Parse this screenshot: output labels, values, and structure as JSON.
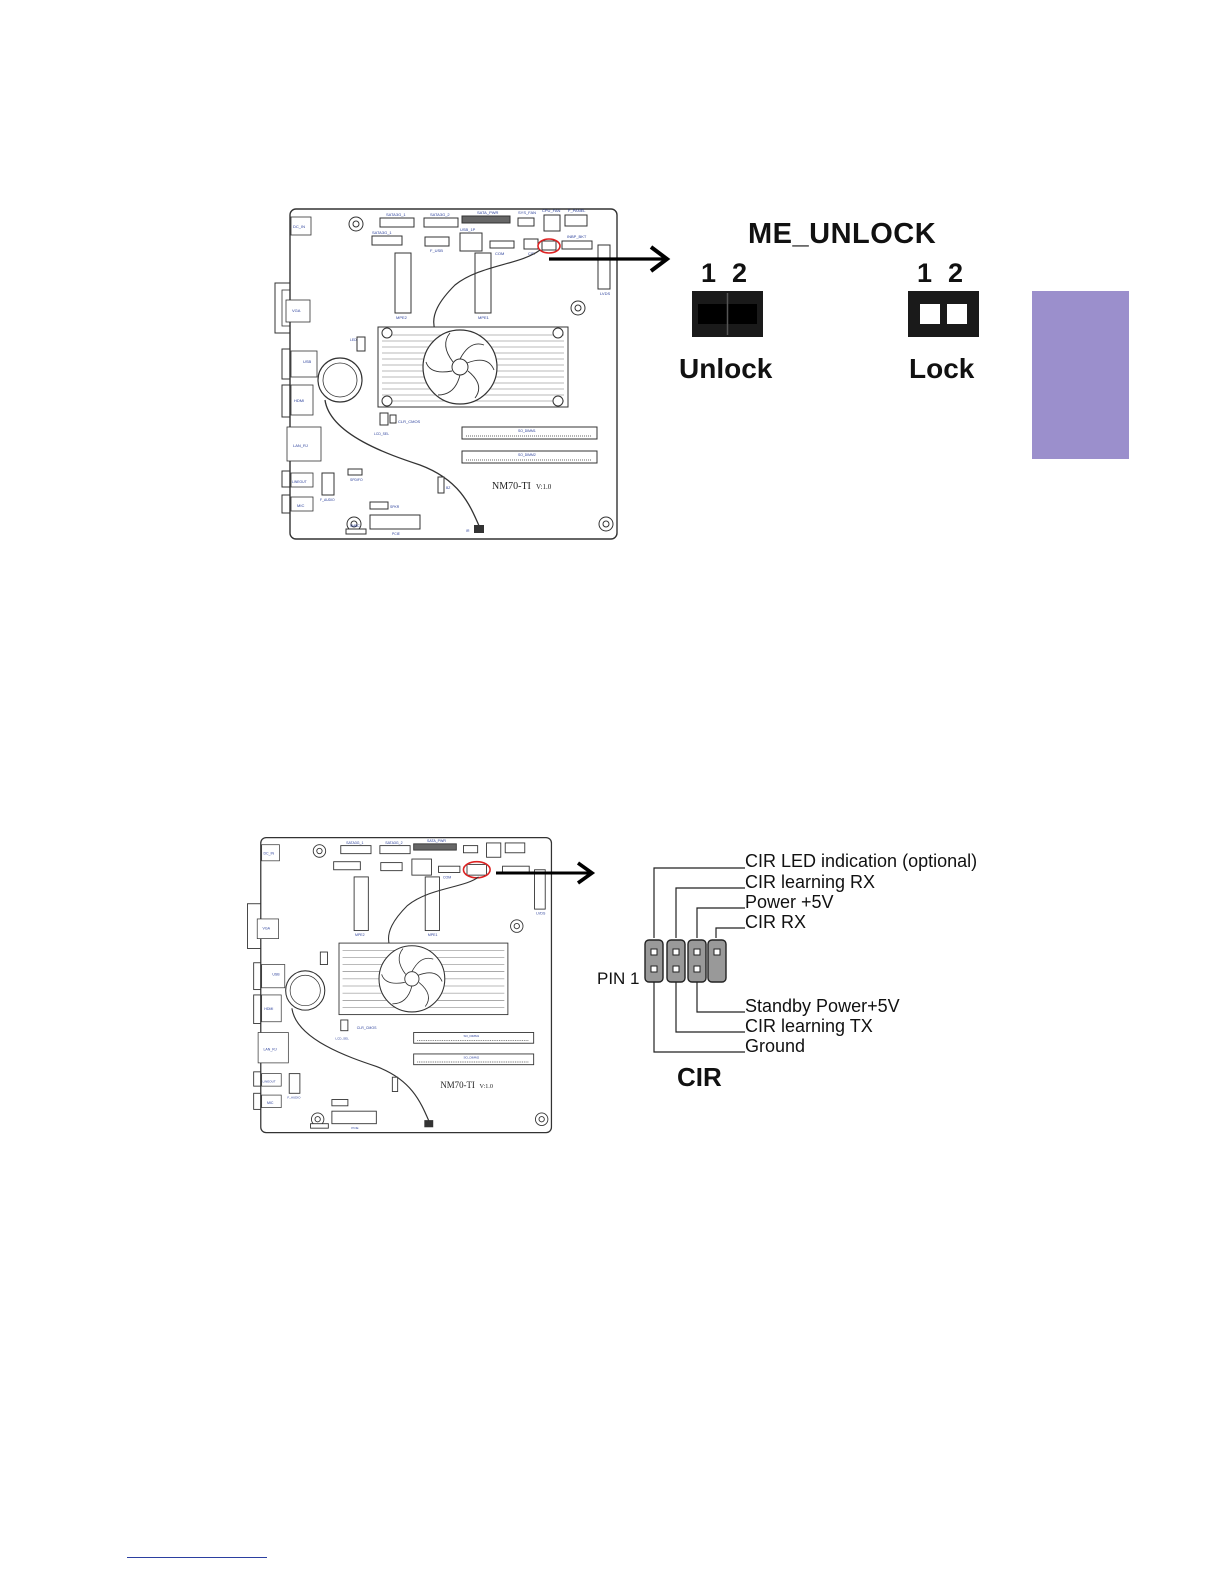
{
  "me_unlock": {
    "title": "ME_UNLOCK",
    "pin1": "1",
    "pin2": "2",
    "unlock_label": "Unlock",
    "lock_label": "Lock"
  },
  "cir": {
    "title": "CIR",
    "pin1_label": "PIN 1",
    "top_pins": [
      "CIR LED indication (optional)",
      "CIR learning RX",
      "Power +5V",
      "CIR RX"
    ],
    "bottom_pins": [
      "Standby Power+5V",
      "CIR learning TX",
      "Ground"
    ]
  },
  "board": {
    "model": "NM70-TI",
    "version": "V:1.0",
    "labels": {
      "dc_in": "DC_IN",
      "vga": "VGA",
      "usb": "USB",
      "hdmi": "HDMI",
      "lan": "LAN_RJ",
      "lineout": "LINEOUT",
      "mic": "MIC",
      "sata1": "SATA3G_1",
      "sata2": "SATA3G_2",
      "sata_pwr": "SATA_PWR",
      "sys_fan": "SYS_FAN",
      "cpu_fan": "CPU_FAN",
      "f_panel": "F_PANEL",
      "sata0": "SATA3G_1",
      "f_usb": "F_USB",
      "usb_1p": "USB_1P",
      "com": "COM",
      "cir": "CIR",
      "inbp_bkt": "INBP_BKT",
      "lvds": "LVDS",
      "mpe2": "MPE2",
      "mpe1": "MPE1",
      "clr_cmos": "CLR_CMOS",
      "lcd_sel": "LCD_SEL",
      "so_dimm1": "SO_DIMM1",
      "so_dimm2": "SO_DIMM2",
      "spdifo": "SPDIFO",
      "f_audio": "F_AUDIO",
      "bz": "BZ",
      "ir": "IR",
      "spkr": "SPKR",
      "pcie": "PCIE",
      "smbc": "SMBC"
    }
  }
}
